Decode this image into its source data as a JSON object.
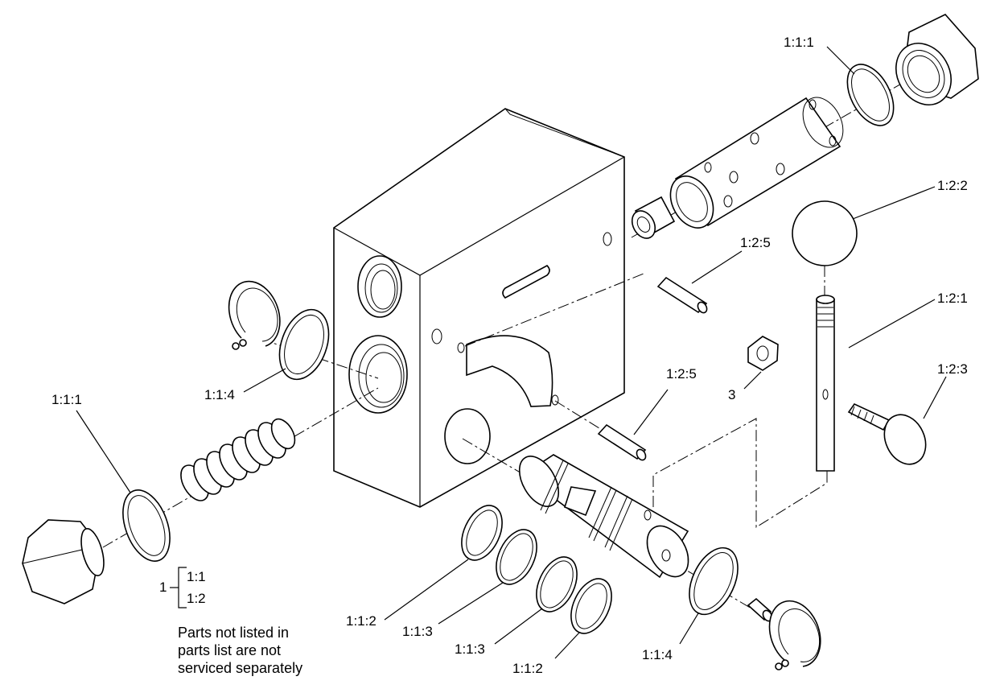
{
  "labels": {
    "top_oring": "1:1:1",
    "left_oring": "1:1:1",
    "ball": "1:2:2",
    "pin_upper": "1:2:5",
    "pin_lower": "1:2:5",
    "stem": "1:2:1",
    "nut": "3",
    "knob_screw": "1:2:3",
    "snap_ring_left": "1:1:4",
    "snap_ring_right": "1:1:4",
    "backup_ring_a": "1:1:2",
    "backup_ring_b": "1:1:2",
    "seal_a": "1:1:3",
    "seal_b": "1:1:3"
  },
  "legend": {
    "parent": "1",
    "child_1": "1:1",
    "child_2": "1:2"
  },
  "note": {
    "line1": "Parts not listed in",
    "line2": "parts list are not",
    "line3": "serviced separately"
  }
}
